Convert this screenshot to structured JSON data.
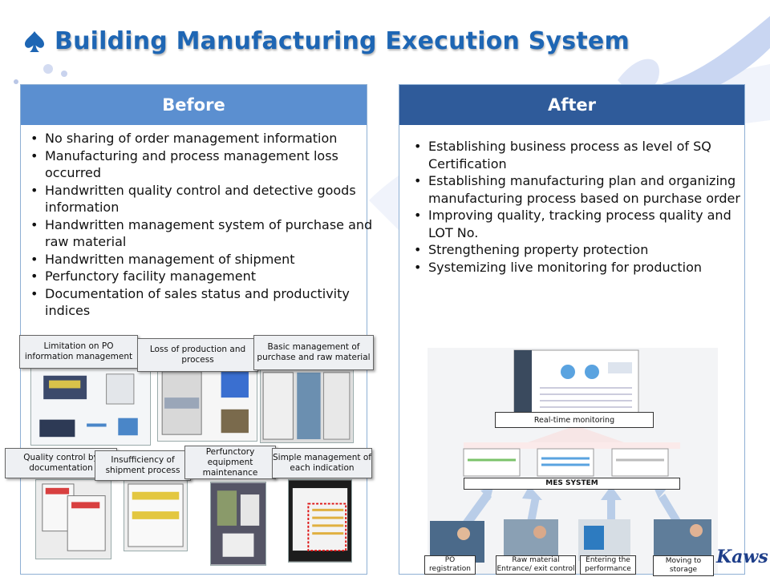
{
  "title": "Building Manufacturing Execution System",
  "colors": {
    "title": "#1e66b4",
    "before_header": "#5b8fd0",
    "after_header": "#2f5b9a"
  },
  "before": {
    "header": "Before",
    "items": [
      "No sharing of order management information",
      "Manufacturing and process management loss occurred",
      "Handwritten quality control and detective goods information",
      "Handwritten management system of purchase and raw material",
      "Handwritten management of shipment",
      "Perfunctory facility management",
      "Documentation of sales status and productivity indices"
    ],
    "captions": [
      "Limitation on PO information management",
      "Loss of production and process",
      "Basic management of purchase and raw material",
      "Quality control by documentation",
      "Insufficiency of shipment process",
      "Perfunctory equipment maintenance",
      "Simple management of each indication"
    ]
  },
  "after": {
    "header": "After",
    "items": [
      "Establishing business process as level of SQ Certification",
      "Establishing manufacturing plan and organizing manufacturing process based on purchase order",
      "Improving quality, tracking process quality and LOT No.",
      "Strengthening property protection",
      "Systemizing live monitoring for production"
    ],
    "realtime_label": "Real-time monitoring",
    "mes_label": "MES SYSTEM",
    "captions": [
      "PO registration",
      "Raw material Entrance/ exit control",
      "Entering the performance",
      "Moving to storage"
    ]
  },
  "logo_text": "Kaws",
  "icons": [
    "spade-icon"
  ]
}
